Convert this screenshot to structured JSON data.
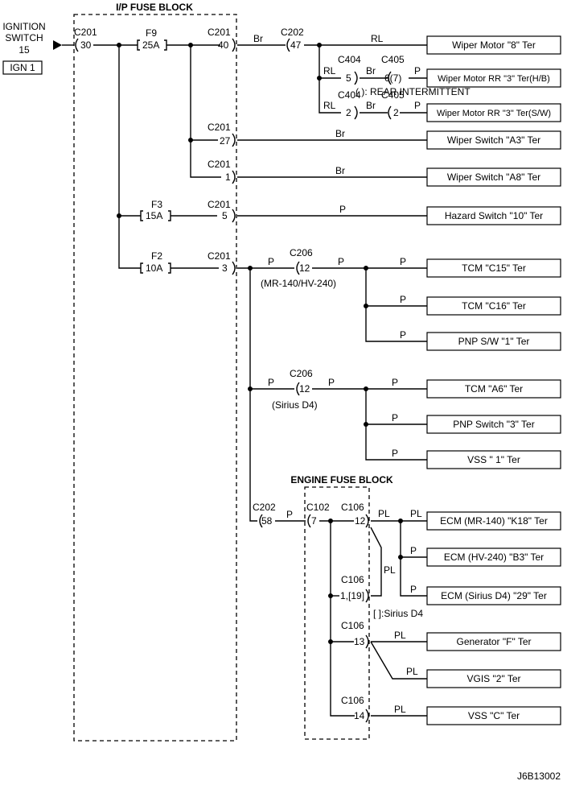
{
  "blocks": {
    "ip_fuse_block": "I/P FUSE BLOCK",
    "engine_fuse_block": "ENGINE FUSE BLOCK"
  },
  "source": {
    "line1": "IGNITION",
    "line2": "SWITCH",
    "line3": "15",
    "ign": "IGN 1"
  },
  "fuses": {
    "f9": {
      "name": "F9",
      "rating": "25A"
    },
    "f3": {
      "name": "F3",
      "rating": "15A"
    },
    "f2": {
      "name": "F2",
      "rating": "10A"
    }
  },
  "connectors": {
    "c201": "C201",
    "c202": "C202",
    "c206": "C206",
    "c404": "C404",
    "c405": "C405",
    "c102": "C102",
    "c106": "C106"
  },
  "pins": {
    "c201_30": "30",
    "c201_40": "40",
    "c201_27": "27",
    "c201_1": "1",
    "c201_5": "5",
    "c201_3": "3",
    "c202_47": "47",
    "c404_5": "5",
    "c404_2": "2",
    "c405_6": "6(7)",
    "c405_2": "2",
    "c206_12a": "12",
    "c206_12b": "12",
    "c202_58": "58",
    "c102_7": "7",
    "c106_12": "12",
    "c106_1": "1,[19]",
    "c106_13": "13",
    "c106_14": "14"
  },
  "wire_colors": {
    "br": "Br",
    "rl": "RL",
    "p": "P",
    "pl": "PL"
  },
  "notes": {
    "rear_intermittent": "( ): REAR INTERMITTENT",
    "mr_hv": "(MR-140/HV-240)",
    "sirius_d4": "(Sirius D4)",
    "sirius_bracket": "[  ]:Sirius D4"
  },
  "terminals": [
    "Wiper Motor \"8\" Ter",
    "Wiper Motor RR \"3\" Ter(H/B)",
    "Wiper Motor RR \"3\" Ter(S/W)",
    "Wiper Switch \"A3\" Ter",
    "Wiper Switch \"A8\" Ter",
    "Hazard Switch \"10\" Ter",
    "TCM \"C15\" Ter",
    "TCM \"C16\" Ter",
    "PNP S/W \"1\" Ter",
    "TCM \"A6\" Ter",
    "PNP Switch \"3\" Ter",
    "VSS \" 1\" Ter",
    "ECM (MR-140) \"K18\" Ter",
    "ECM (HV-240) \"B3\" Ter",
    "ECM (Sirius D4) \"29\" Ter",
    "Generator \"F\" Ter",
    "VGIS \"2\" Ter",
    "VSS \"C\" Ter"
  ],
  "figure_id": "J6B13002"
}
